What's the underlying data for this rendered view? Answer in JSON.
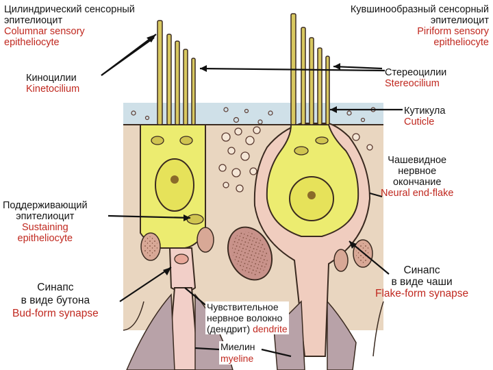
{
  "labels": {
    "columnar": {
      "ru_line1": "Цилиндрический сенсорный",
      "ru_line2": "эпителиоцит",
      "en_line1": "Columnar sensory",
      "en_line2": "epitheliocyte"
    },
    "piriform": {
      "ru_line1": "Кувшинообразный сенсорный",
      "ru_line2": "эпителиоцит",
      "en_line1": "Piriform sensory",
      "en_line2": "epitheliocyte"
    },
    "kinocilia": {
      "ru": "Киноцилии",
      "en": "Kinetocilium"
    },
    "stereocilia": {
      "ru": "Стереоцилии",
      "en": "Stereocilium"
    },
    "cuticle": {
      "ru": "Кутикула",
      "en": "Cuticle"
    },
    "flake_ending": {
      "ru_line1": "Чашевидное",
      "ru_line2": "нервное",
      "ru_line3": "окончание",
      "en": "Neural end-flake"
    },
    "sustaining": {
      "ru_line1": "Поддерживающий",
      "ru_line2": "эпителиоцит",
      "en_line1": "Sustaining",
      "en_line2": "epitheliocyte"
    },
    "bud_synapse": {
      "ru_line1": "Синапс",
      "ru_line2": "в виде бутона",
      "en": "Bud-form synapse"
    },
    "flake_synapse": {
      "ru_line1": "Синапс",
      "ru_line2": "в виде чаши",
      "en": "Flake-form synapse"
    },
    "dendrite": {
      "ru_line1": "Чувствительное",
      "ru_line2": "нервное волокно",
      "ru_line3": "(дендрит)",
      "en": "dendrite"
    },
    "myelin": {
      "ru": "Миелин",
      "en": "myeline"
    }
  },
  "colors": {
    "ru_text": "#141414",
    "en_text": "#c0281f",
    "hair_cell_yellow": "#ecec70",
    "support_cell": "#ecd2b6",
    "gel_blue": "#cfe0e8",
    "nerve_pink": "#f2cfc8",
    "outline": "#3a2a20"
  }
}
